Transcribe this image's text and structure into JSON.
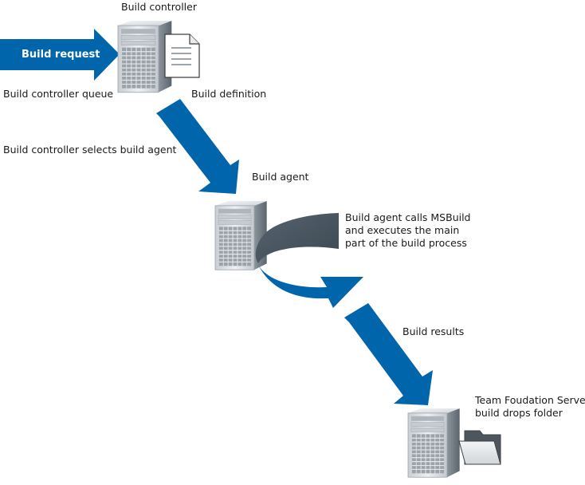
{
  "labels": {
    "build_controller": "Build controller",
    "build_request": "Build request",
    "build_controller_queue": "Build controller queue",
    "build_definition": "Build definition",
    "build_controller_selects_agent": "Build controller selects build agent",
    "build_agent": "Build agent",
    "msbuild_note": {
      "line1": "Build agent calls MSBuild",
      "line2": "and executes the main",
      "line3": "part of the build process"
    },
    "build_results": "Build results",
    "drops_folder": {
      "line1": "Team Foudation Server",
      "line2": "build drops folder"
    }
  },
  "icons": {
    "controller_server": "server-tower-icon",
    "build_definition_document": "document-icon",
    "agent_server": "server-tower-icon",
    "drops_server": "server-tower-icon",
    "drops_folder": "folder-icon"
  },
  "colors": {
    "arrow_blue": "#0065ab",
    "curve_dark": "#4b5a66",
    "server_light": "#dfe3e7",
    "server_dark": "#6d7780",
    "text": "#1a1a1a"
  }
}
